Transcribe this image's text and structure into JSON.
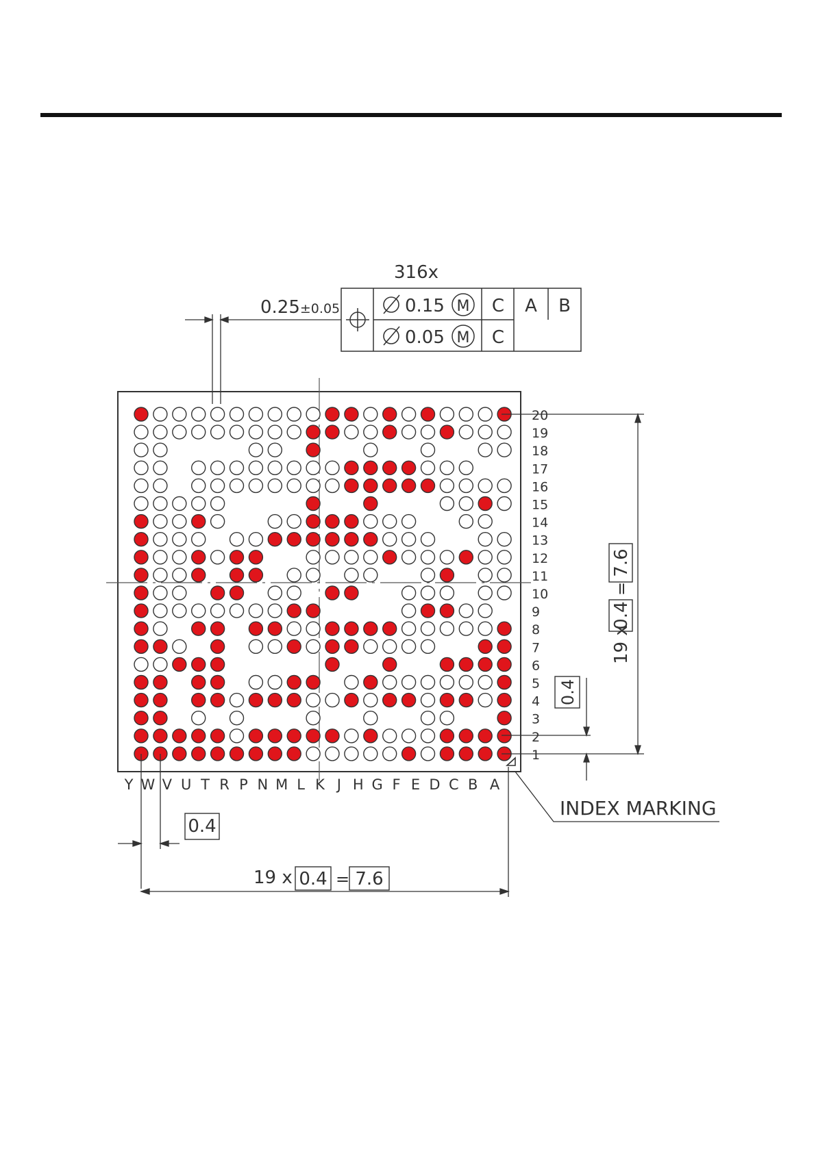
{
  "diagram": {
    "ball_count_label": "316x",
    "ball_diameter": "0.25",
    "ball_tolerance": "±0.05",
    "fcf": {
      "row1": {
        "tolerance": "0.15",
        "modifier": "M",
        "datums": [
          "C",
          "A",
          "B"
        ]
      },
      "row2": {
        "tolerance": "0.05",
        "modifier": "M",
        "datums": [
          "C"
        ]
      }
    },
    "column_labels": [
      "Y",
      "W",
      "V",
      "U",
      "T",
      "R",
      "P",
      "N",
      "M",
      "L",
      "K",
      "J",
      "H",
      "G",
      "F",
      "E",
      "D",
      "C",
      "B",
      "A"
    ],
    "row_labels": [
      "20",
      "19",
      "18",
      "17",
      "16",
      "15",
      "14",
      "13",
      "12",
      "11",
      "10",
      "9",
      "8",
      "7",
      "6",
      "5",
      "4",
      "3",
      "2",
      "1"
    ],
    "pitch": "0.4",
    "vertical_dimension": {
      "count": "19 x",
      "pitch": "0.4",
      "equals": "=",
      "total": "7.6"
    },
    "horizontal_dimension": {
      "count": "19 x",
      "pitch": "0.4",
      "equals": "=",
      "total": "7.6"
    },
    "left_pitch_box": "0.4",
    "right_pitch_box": "0.4",
    "index_marking": "INDEX MARKING",
    "colors": {
      "signal": "#e0151b",
      "outline": "#333333"
    },
    "ball_map": [
      "R.....A...RRARAR..AR",
      ".........RR..R..R...",
      "..____.A_R__A__A__..",
      ".._........RRRR...__",
      ".._........RRRRR....",
      ".....____R__R___..R.",
      "R..R.__..RRR...__.._",
      "R..._..RRRRRR...__..",
      "R..R.RR__....R...R..",
      "R..R_RR_.._..__.R_..",
      "R.._RR_.._RR__..._..",
      "R.......RR____.RR.._",
      "R._RR_RR..RRRR.....R",
      "RR._R_..R.RR....__RR",
      "..RRR_____R__R__RRRR",
      "RR_RR_..RR_.R......R",
      "RR_RR.RRR..R.RR.RR.R",
      "RR_._A___A__A__.A__R",
      "RRRRR.RRRRR.R...RRRR",
      "RRRRRRRRR.....R.RRRR"
    ]
  }
}
